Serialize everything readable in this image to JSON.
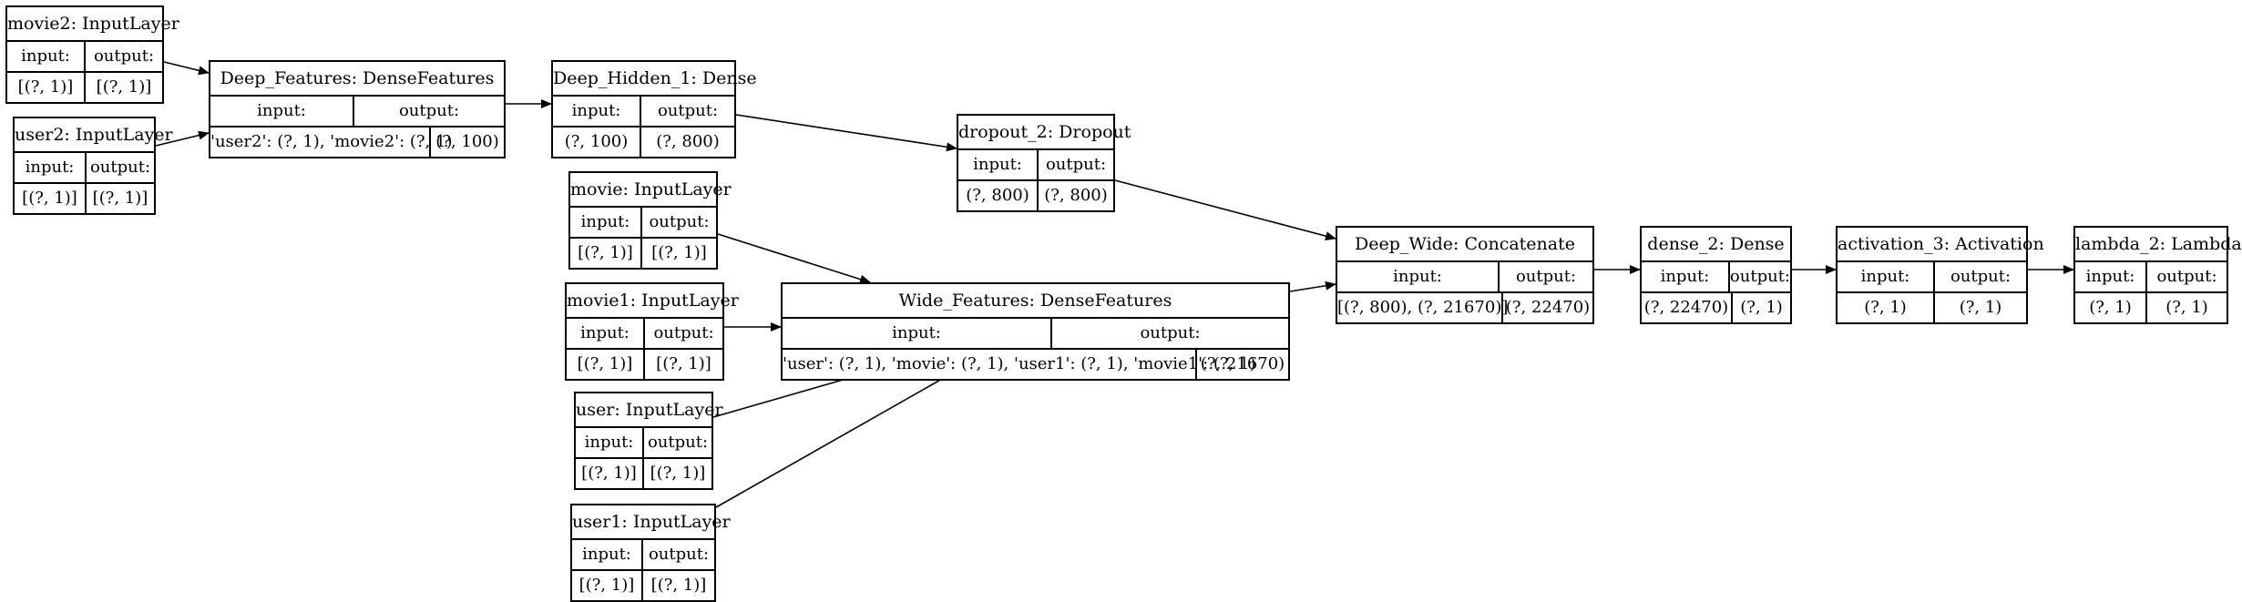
{
  "layers": {
    "movie2": {
      "title": "movie2: InputLayer",
      "in_label": "input:",
      "out_label": "output:",
      "in_val": "[(?, 1)]",
      "out_val": "[(?, 1)]"
    },
    "user2": {
      "title": "user2: InputLayer",
      "in_label": "input:",
      "out_label": "output:",
      "in_val": "[(?, 1)]",
      "out_val": "[(?, 1)]"
    },
    "deep_features": {
      "title": "Deep_Features: DenseFeatures",
      "in_label": "input:",
      "out_label": "output:",
      "in_val": "'user2': (?, 1), 'movie2': (?, 1)",
      "out_val": "(?, 100)"
    },
    "deep_hidden": {
      "title": "Deep_Hidden_1: Dense",
      "in_label": "input:",
      "out_label": "output:",
      "in_val": "(?, 100)",
      "out_val": "(?, 800)"
    },
    "dropout": {
      "title": "dropout_2: Dropout",
      "in_label": "input:",
      "out_label": "output:",
      "in_val": "(?, 800)",
      "out_val": "(?, 800)"
    },
    "movie": {
      "title": "movie: InputLayer",
      "in_label": "input:",
      "out_label": "output:",
      "in_val": "[(?, 1)]",
      "out_val": "[(?, 1)]"
    },
    "movie1": {
      "title": "movie1: InputLayer",
      "in_label": "input:",
      "out_label": "output:",
      "in_val": "[(?, 1)]",
      "out_val": "[(?, 1)]"
    },
    "user": {
      "title": "user: InputLayer",
      "in_label": "input:",
      "out_label": "output:",
      "in_val": "[(?, 1)]",
      "out_val": "[(?, 1)]"
    },
    "user1": {
      "title": "user1: InputLayer",
      "in_label": "input:",
      "out_label": "output:",
      "in_val": "[(?, 1)]",
      "out_val": "[(?, 1)]"
    },
    "wide_features": {
      "title": "Wide_Features: DenseFeatures",
      "in_label": "input:",
      "out_label": "output:",
      "in_val": "'user': (?, 1), 'movie': (?, 1), 'user1': (?, 1), 'movie1': (?, 1)",
      "out_val": "(?, 21670)"
    },
    "deep_wide": {
      "title": "Deep_Wide: Concatenate",
      "in_label": "input:",
      "out_label": "output:",
      "in_val": "[(?, 800), (?, 21670)]",
      "out_val": "(?, 22470)"
    },
    "dense": {
      "title": "dense_2: Dense",
      "in_label": "input:",
      "out_label": "output:",
      "in_val": "(?, 22470)",
      "out_val": "(?, 1)"
    },
    "activation": {
      "title": "activation_3: Activation",
      "in_label": "input:",
      "out_label": "output:",
      "in_val": "(?, 1)",
      "out_val": "(?, 1)"
    },
    "lambda": {
      "title": "lambda_2: Lambda",
      "in_label": "input:",
      "out_label": "output:",
      "in_val": "(?, 1)",
      "out_val": "(?, 1)"
    }
  }
}
